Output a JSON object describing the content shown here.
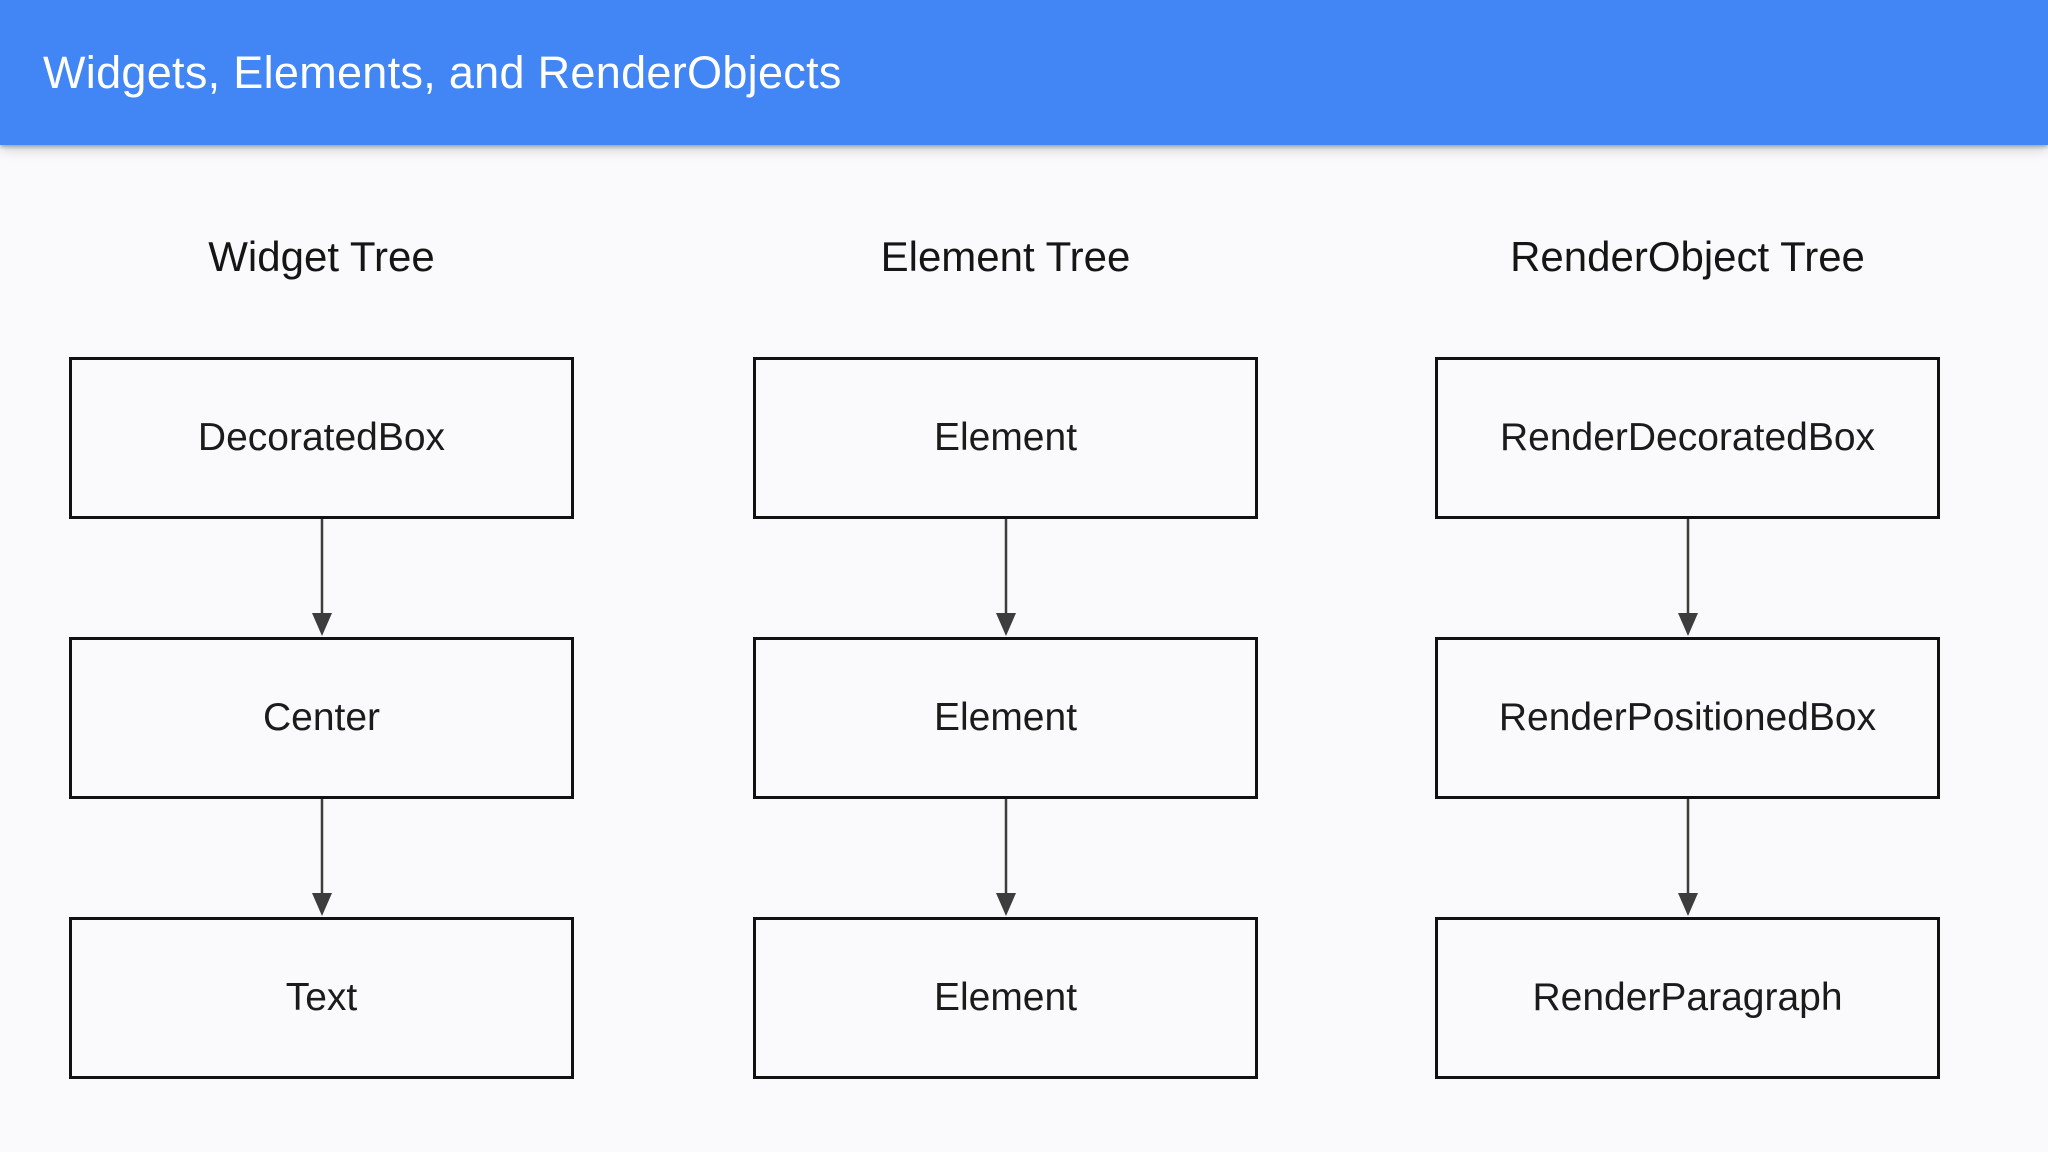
{
  "header": {
    "title": "Widgets, Elements, and RenderObjects"
  },
  "colors": {
    "appbar_bg": "#4285f4",
    "appbar_text": "#ffffff",
    "page_bg": "#faf9fb",
    "box_bg": "#faf9fb",
    "box_border": "#111111",
    "node_text": "#1b1b1b",
    "heading_text": "#151515",
    "arrow_color": "#3d3d3d"
  },
  "trees": [
    {
      "title": "Widget Tree",
      "nodes": [
        "DecoratedBox",
        "Center",
        "Text"
      ]
    },
    {
      "title": "Element Tree",
      "nodes": [
        "Element",
        "Element",
        "Element"
      ]
    },
    {
      "title": "RenderObject Tree",
      "nodes": [
        "RenderDecoratedBox",
        "RenderPositionedBox",
        "RenderParagraph"
      ]
    }
  ]
}
